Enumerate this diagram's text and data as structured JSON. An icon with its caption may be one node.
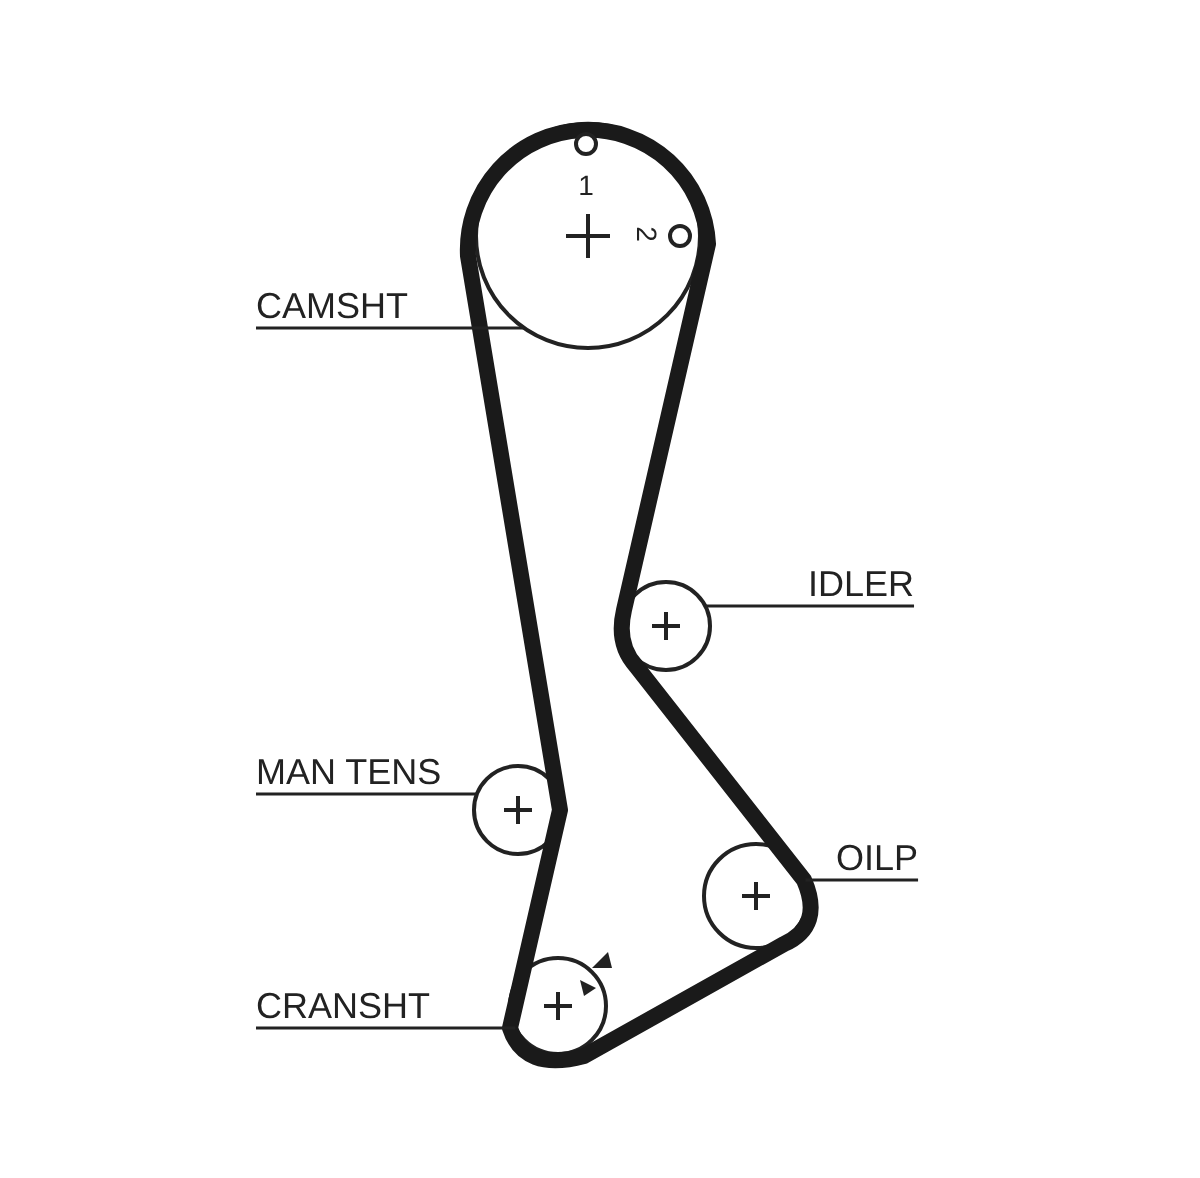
{
  "diagram": {
    "nodes": [
      {
        "text": [
          "CAMSHT"
        ]
      },
      {
        "text": [],
        "shape": "circle"
      },
      {
        "text": [
          "IDLER"
        ]
      },
      {
        "text": [],
        "shape": "circle"
      },
      {
        "text": [
          "MAN TENS"
        ]
      },
      {
        "text": [],
        "shape": "circle"
      },
      {
        "text": [
          "OILP"
        ]
      },
      {
        "text": [],
        "shape": "circle"
      },
      {
        "text": [
          "CRANSHT"
        ]
      },
      {
        "text": [],
        "shape": "circle"
      }
    ],
    "edges": [
      {
        "from": 0,
        "to": 1,
        "arrow": "none"
      },
      {
        "from": 2,
        "to": 3,
        "arrow": "none"
      },
      {
        "from": 4,
        "to": 5,
        "arrow": "none"
      },
      {
        "from": 6,
        "to": 7,
        "arrow": "none"
      },
      {
        "from": 8,
        "to": 9,
        "arrow": "none"
      }
    ],
    "labels": [
      "1",
      "2"
    ]
  }
}
